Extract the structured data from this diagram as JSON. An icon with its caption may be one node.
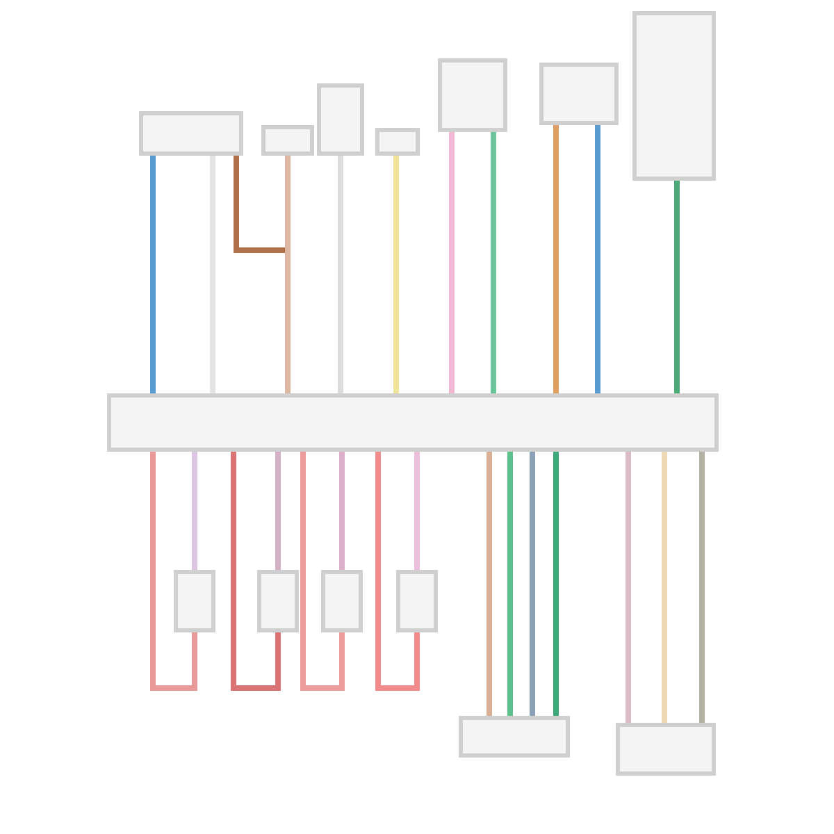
{
  "diagram": {
    "nodes": [
      {
        "text": [],
        "shape": "box"
      },
      {
        "text": [],
        "shape": "box"
      },
      {
        "text": [],
        "shape": "box"
      },
      {
        "text": [],
        "shape": "box"
      },
      {
        "text": [],
        "shape": "box"
      },
      {
        "text": [],
        "shape": "box"
      },
      {
        "text": [],
        "shape": "box"
      },
      {
        "text": [],
        "shape": "box"
      },
      {
        "text": [],
        "shape": "box"
      },
      {
        "text": [],
        "shape": "box"
      },
      {
        "text": [],
        "shape": "box"
      },
      {
        "text": [],
        "shape": "box"
      },
      {
        "text": [],
        "shape": "box"
      },
      {
        "text": [],
        "shape": "box"
      }
    ],
    "edges": [
      {
        "from": 1,
        "to": 0,
        "arrow": "none",
        "color": "#5a9bd0"
      },
      {
        "from": 1,
        "to": 0,
        "arrow": "none",
        "color": "#e4e4e4"
      },
      {
        "from": 1,
        "to": 0,
        "arrow": "none",
        "color": "#b0714a"
      },
      {
        "from": 2,
        "to": 0,
        "arrow": "none",
        "color": "#ddb9a4"
      },
      {
        "from": 3,
        "to": 0,
        "arrow": "none",
        "color": "#dcdcdc"
      },
      {
        "from": 4,
        "to": 0,
        "arrow": "none",
        "color": "#f0e39a"
      },
      {
        "from": 5,
        "to": 0,
        "arrow": "none",
        "color": "#f2b9d4"
      },
      {
        "from": 5,
        "to": 0,
        "arrow": "none",
        "color": "#6cc49a"
      },
      {
        "from": 6,
        "to": 0,
        "arrow": "none",
        "color": "#dda060"
      },
      {
        "from": 6,
        "to": 0,
        "arrow": "none",
        "color": "#5a9bd0"
      },
      {
        "from": 7,
        "to": 0,
        "arrow": "none",
        "color": "#4caa78"
      },
      {
        "from": 0,
        "to": 8,
        "arrow": "none",
        "color": "#e89a9a"
      },
      {
        "from": 0,
        "to": 8,
        "arrow": "none",
        "color": "#dcc6e4"
      },
      {
        "from": 0,
        "to": 9,
        "arrow": "none",
        "color": "#d87474"
      },
      {
        "from": 0,
        "to": 9,
        "arrow": "none",
        "color": "#d4b0c4"
      },
      {
        "from": 0,
        "to": 10,
        "arrow": "none",
        "color": "#ec9c9c"
      },
      {
        "from": 0,
        "to": 10,
        "arrow": "none",
        "color": "#dcb0c8"
      },
      {
        "from": 0,
        "to": 11,
        "arrow": "none",
        "color": "#f08c8c"
      },
      {
        "from": 0,
        "to": 11,
        "arrow": "none",
        "color": "#ecc0dc"
      },
      {
        "from": 0,
        "to": 12,
        "arrow": "none",
        "color": "#d8b094"
      },
      {
        "from": 0,
        "to": 12,
        "arrow": "none",
        "color": "#5cc08c"
      },
      {
        "from": 0,
        "to": 12,
        "arrow": "none",
        "color": "#8aa0b4"
      },
      {
        "from": 0,
        "to": 12,
        "arrow": "none",
        "color": "#3da878"
      },
      {
        "from": 0,
        "to": 13,
        "arrow": "none",
        "color": "#dcbcc4"
      },
      {
        "from": 0,
        "to": 13,
        "arrow": "none",
        "color": "#ecd8b4"
      },
      {
        "from": 0,
        "to": 13,
        "arrow": "none",
        "color": "#b4b0a4"
      }
    ]
  }
}
